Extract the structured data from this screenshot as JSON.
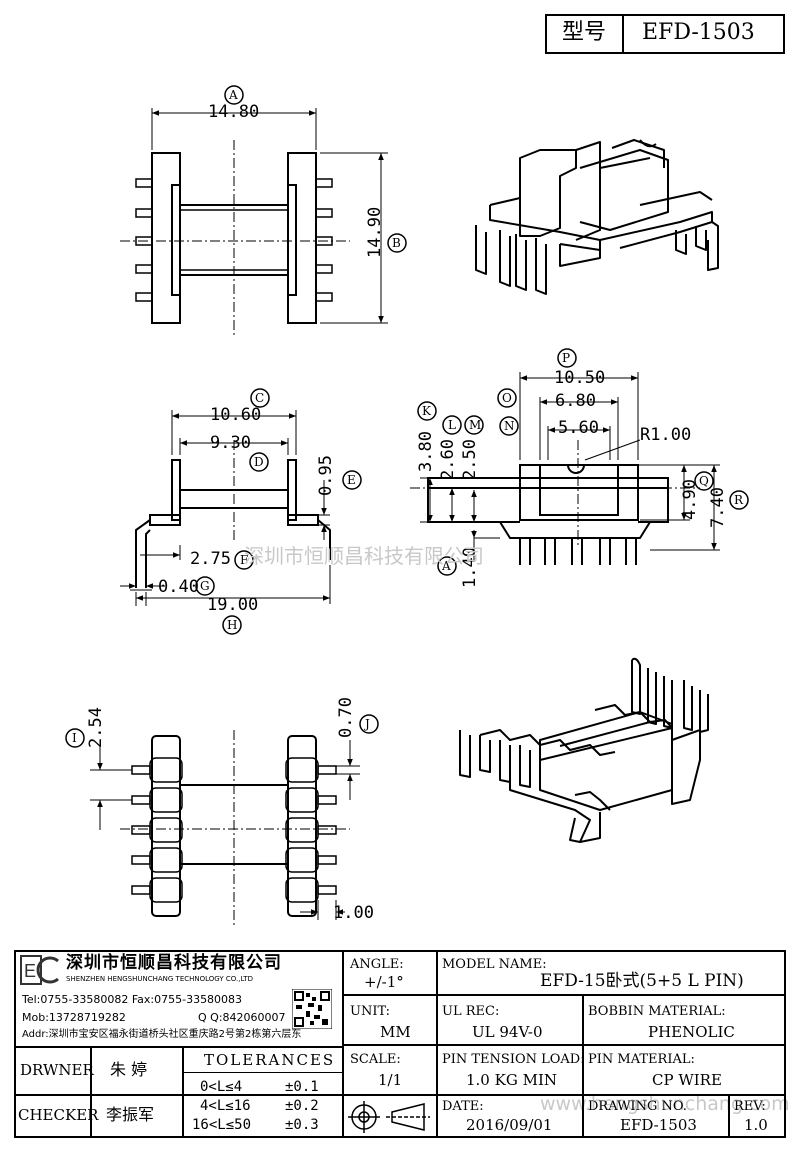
{
  "header": {
    "label": "型号",
    "model": "EFD-1503"
  },
  "dims": {
    "A": "14.80",
    "B": "14.90",
    "C": "10.60",
    "D": "9.30",
    "E": "0.95",
    "F": "2.75",
    "G": "0.40",
    "H": "19.00",
    "I": "2.54",
    "J": "0.70",
    "K": "3.80",
    "L": "2.60",
    "M": "2.50",
    "O": "6.80",
    "P": "10.50",
    "N": "5.60",
    "Q": "4.90",
    "R": "7.40",
    "A2": "1.40",
    "radius": "R1.00",
    "pin_len": "1.00"
  },
  "letters": {
    "A": "A",
    "B": "B",
    "C": "C",
    "D": "D",
    "E": "E",
    "F": "F",
    "G": "G",
    "H": "H",
    "I": "I",
    "J": "J",
    "K": "K",
    "L": "L",
    "M": "M",
    "N": "N",
    "O": "O",
    "P": "P",
    "Q": "Q",
    "R": "R"
  },
  "watermarks": {
    "mid": "深圳市恒顺昌科技有限公司",
    "bottom": "www.hengshunchang.com"
  },
  "company": {
    "name_cn": "深圳市恒顺昌科技有限公司",
    "name_en": "SHENZHEN HENGSHUNCHANG TECHNOLOGY CO.,LTD",
    "tel": "Tel:0755-33580082 Fax:0755-33580083",
    "mob": "Mob:13728719282",
    "qq": "Q Q:842060007",
    "addr": "Addr:深圳市宝安区福永街道桥头社区重庆路2号第2栋第六层东"
  },
  "title_block": {
    "angle_label": "ANGLE:",
    "angle_value": "+/-1°",
    "model_label": "MODEL NAME:",
    "model_value": "EFD-15卧式(5+5 L PIN)",
    "unit_label": "UNIT:",
    "unit_value": "MM",
    "ul_label": "UL REC:",
    "ul_value": "UL 94V-0",
    "bobbin_label": "BOBBIN MATERIAL:",
    "bobbin_value": "PHENOLIC",
    "scale_label": "SCALE:",
    "scale_value": "1/1",
    "tension_label": "PIN TENSION LOAD:",
    "tension_value": "1.0 KG MIN",
    "pin_label": "PIN MATERIAL:",
    "pin_value": "CP WIRE",
    "date_label": "DATE:",
    "date_value": "2016/09/01",
    "drawing_label": "DRAWING NO.",
    "drawing_value": "EFD-1503",
    "rev_label": "REV:",
    "rev_value": "1.0",
    "drwner_label": "DRWNER",
    "drwner_value": "朱 婷",
    "checker_label": "CHECKER",
    "checker_value": "李振军",
    "tolerances_label": "TOLERANCES",
    "tol": [
      {
        "range": "0<L≤4",
        "value": "±0.1"
      },
      {
        "range": "4<L≤16",
        "value": "±0.2"
      },
      {
        "range": "16<L≤50",
        "value": "±0.3"
      }
    ]
  }
}
